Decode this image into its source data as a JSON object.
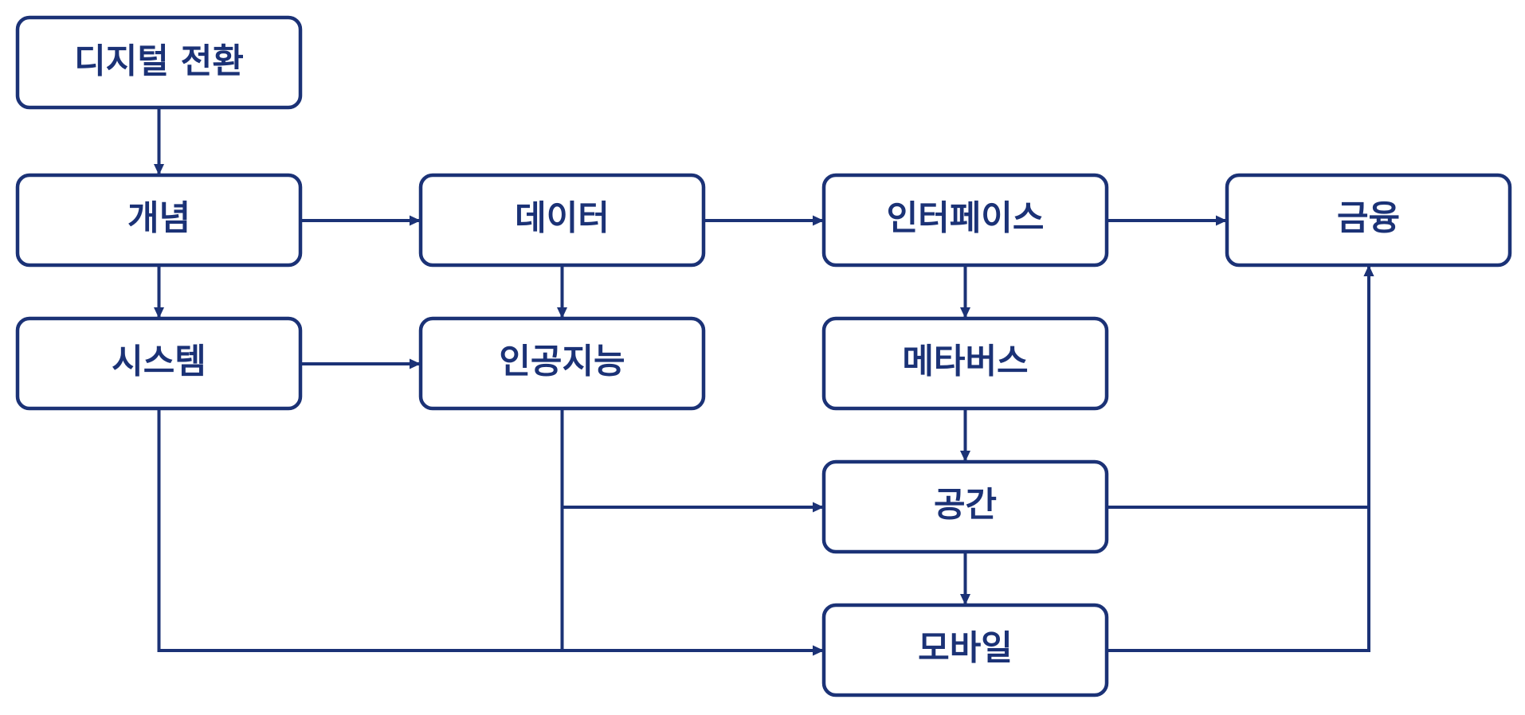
{
  "diagram": {
    "type": "flowchart",
    "colors": {
      "stroke": "#1b3276",
      "text": "#1b3276",
      "node_fill": "#ffffff",
      "background": "#ffffff"
    },
    "nodes": [
      {
        "id": "digital_transformation",
        "label": "디지털 전환"
      },
      {
        "id": "concept",
        "label": "개념"
      },
      {
        "id": "data",
        "label": "데이터"
      },
      {
        "id": "interface",
        "label": "인터페이스"
      },
      {
        "id": "finance",
        "label": "금융"
      },
      {
        "id": "system",
        "label": "시스템"
      },
      {
        "id": "ai",
        "label": "인공지능"
      },
      {
        "id": "metaverse",
        "label": "메타버스"
      },
      {
        "id": "space",
        "label": "공간"
      },
      {
        "id": "mobile",
        "label": "모바일"
      }
    ],
    "edges": [
      {
        "from": "digital_transformation",
        "to": "concept"
      },
      {
        "from": "concept",
        "to": "data"
      },
      {
        "from": "concept",
        "to": "system"
      },
      {
        "from": "data",
        "to": "interface"
      },
      {
        "from": "data",
        "to": "ai"
      },
      {
        "from": "interface",
        "to": "finance"
      },
      {
        "from": "interface",
        "to": "metaverse"
      },
      {
        "from": "system",
        "to": "ai"
      },
      {
        "from": "system",
        "to": "mobile"
      },
      {
        "from": "ai",
        "to": "space"
      },
      {
        "from": "ai",
        "to": "mobile"
      },
      {
        "from": "metaverse",
        "to": "space"
      },
      {
        "from": "space",
        "to": "mobile"
      },
      {
        "from": "space",
        "to": "finance"
      },
      {
        "from": "mobile",
        "to": "finance"
      }
    ]
  }
}
